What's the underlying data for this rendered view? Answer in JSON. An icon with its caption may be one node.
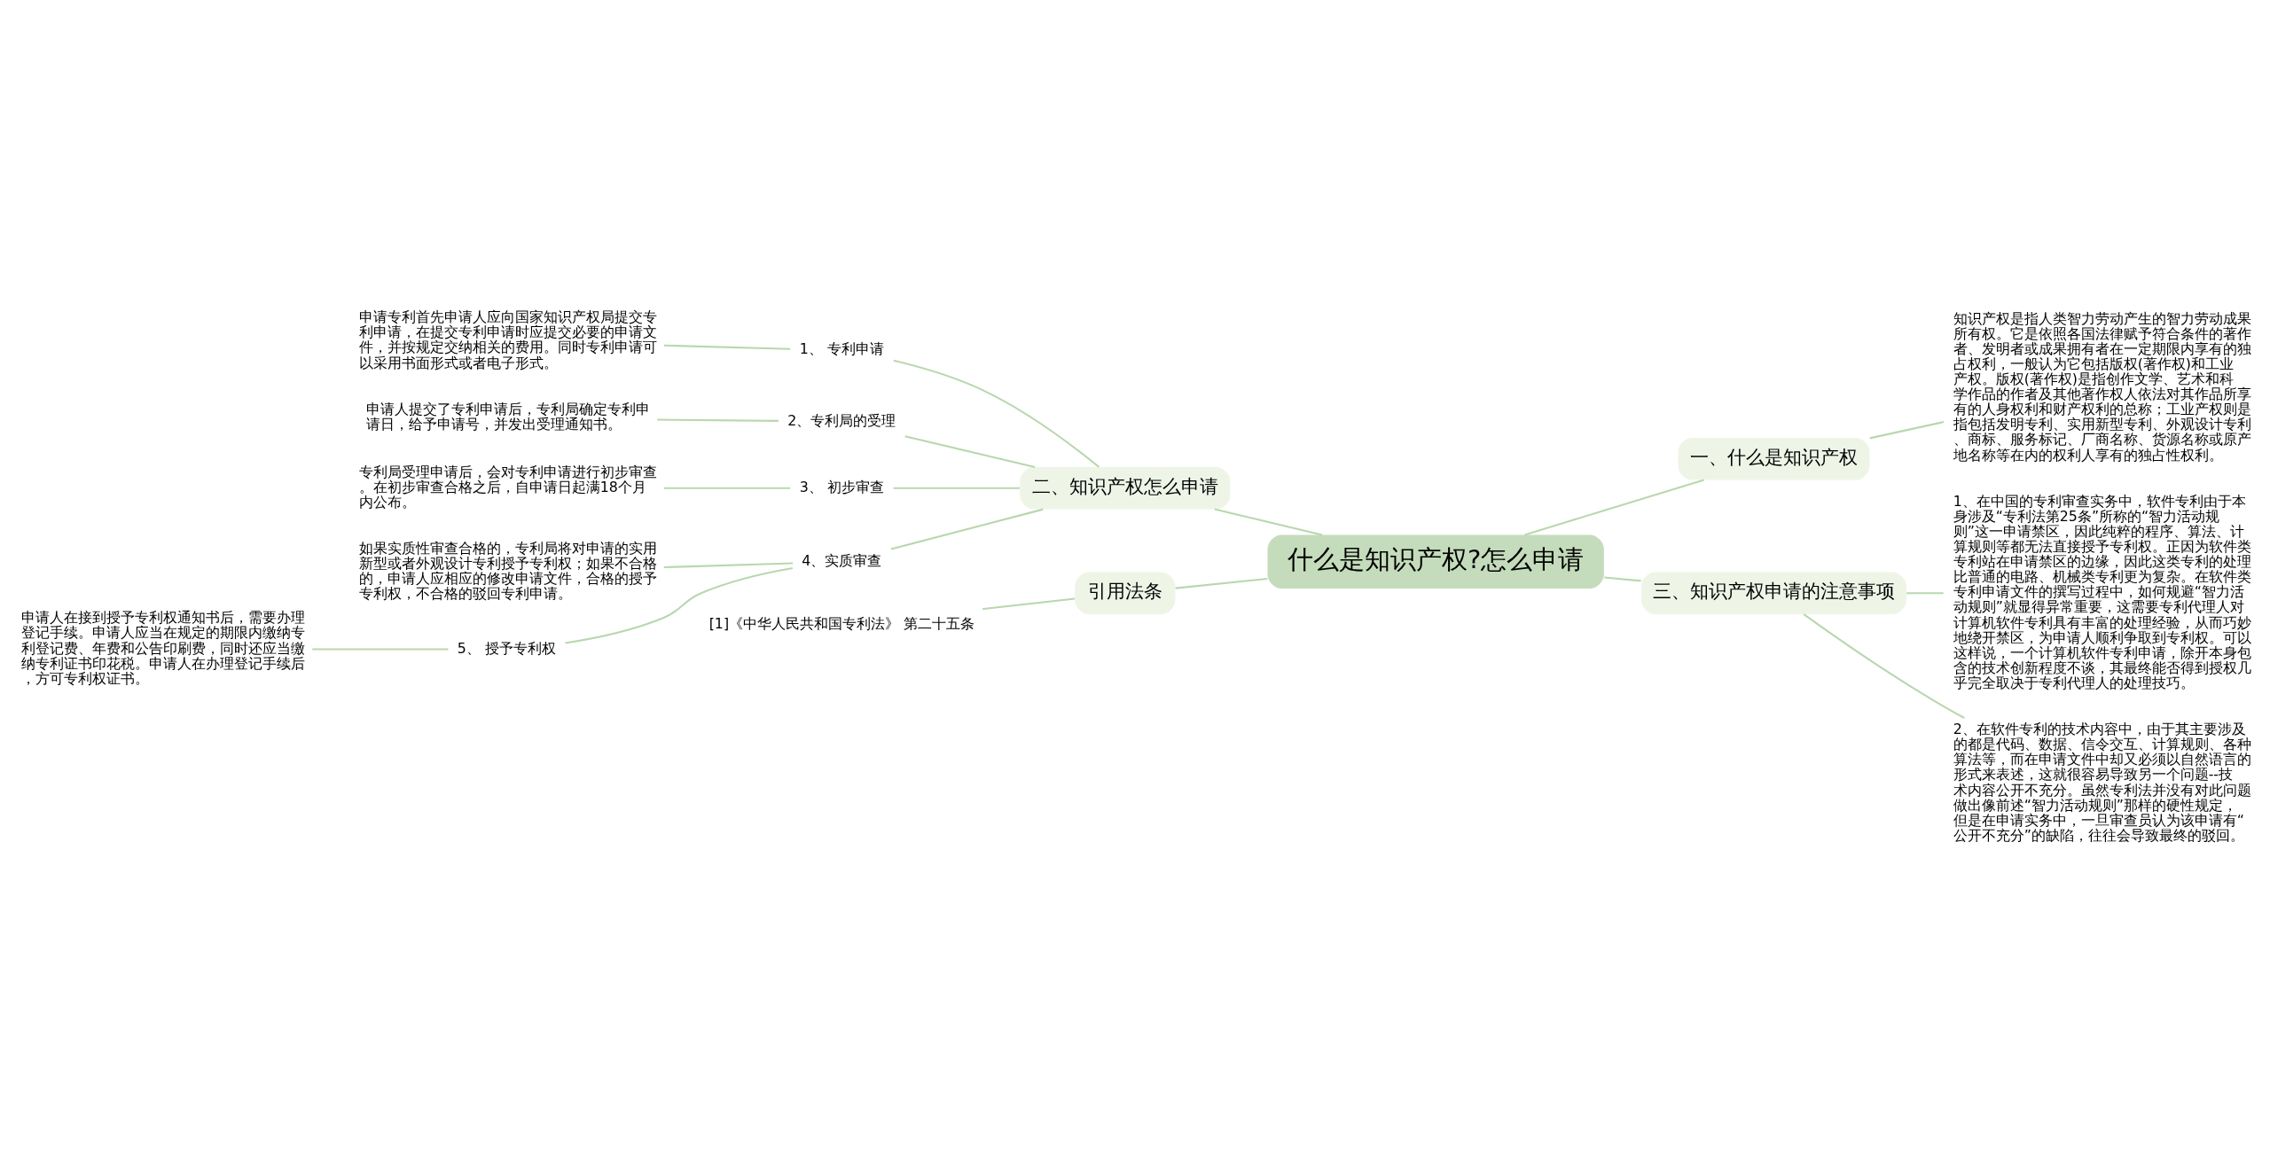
{
  "diagram": {
    "nodes": [
      {
        "text": [
          "什么是知识产权?怎么申请"
        ]
      },
      {
        "text": [
          "二、知识产权怎么申请"
        ]
      },
      {
        "text": [
          "1、 专利申请"
        ]
      },
      {
        "text": [
          "申请专利首先申请人应向国家知识产权局提交专利申请，在提交专利申请时应提交必要的申请文件，并按规定交纳相关的费用。同时专利申请可以采用书面形式或者电子形式。"
        ]
      },
      {
        "text": [
          "2、专利局的受理"
        ]
      },
      {
        "text": [
          "申请人提交了专利申请后，专利局确定专利申请日，给予申请号，并发出受理通知书。"
        ]
      },
      {
        "text": [
          "3、 初步审查"
        ]
      },
      {
        "text": [
          "专利局受理申请后，会对专利申请进行初步审查。在初步审查合格之后，自申请日起满18个月内公布。"
        ]
      },
      {
        "text": [
          "4、实质审查"
        ]
      },
      {
        "text": [
          "如果实质性审查合格的，专利局将对申请的实用新型或者外观设计专利授予专利权；如果不合格的，申请人应相应的修改申请文件，合格的授予专利权，不合格的驳回专利申请。"
        ]
      },
      {
        "text": [
          "5、 授予专利权"
        ]
      },
      {
        "text": [
          "申请人在接到授予专利权通知书后，需要办理登记手续。申请人应当在规定的期限内缴纳专利登记费、年费和公告印刷费，同时还应当缴纳专利证书印花税。申请人在办理登记手续后，方可专利权证书。"
        ]
      },
      {
        "text": [
          "引用法条"
        ]
      },
      {
        "text": [
          "[1]《中华人民共和国专利法》 第二十五条"
        ]
      },
      {
        "text": [
          "一、什么是知识产权"
        ]
      },
      {
        "text": [
          "知识产权是指人类智力劳动产生的智力劳动成果所有权。它是依照各国法律赋予符合条件的著作者、发明者或成果拥有者在一定期限内享有的独占权利，一般认为它包括版权(著作权)和工业产权。版权(著作权)是指创作文学、艺术和科学作品的作者及其他著作权人依法对其作品所享有的人身权利和财产权利的总称；工业产权则是指包括发明专利、实用新型专利、外观设计专利、商标、服务标记、厂商名称、货源名称或原产地名称等在内的权利人享有的独占性权利。"
        ]
      },
      {
        "text": [
          "三、知识产权申请的注意事项"
        ]
      },
      {
        "text": [
          "1、在中国的专利审查实务中，软件专利由于本身涉及“专利法第25条”所称的“智力活动规则”这一申请禁区，因此纯粹的程序、算法、计算规则等都无法直接授予专利权。正因为软件类专利站在申请禁区的边缘，因此这类专利的处理比普通的电路、机械类专利更为复杂。在软件类专利申请文件的撰写过程中，如何规避“智力活动规则”就显得异常重要，这需要专利代理人对计算机软件专利具有丰富的处理经验，从而巧妙地绕开禁区，为申请人顺利争取到专利权。可以这样说，一个计算机软件专利申请，除开本身包含的技术创新程度不谈，其最终能否得到授权几乎完全取决于专利代理人的处理技巧。"
        ]
      },
      {
        "text": [
          "2、在软件专利的技术内容中，由于其主要涉及的都是代码、数据、信令交互、计算规则、各种算法等，而在申请文件中却又必须以自然语言的形式来表述，这就很容易导致另一个问题--技术内容公开不充分。虽然专利法并没有对此问题做出像前述“智力活动规则”那样的硬性规定，但是在申请实务中，一旦审查员认为该申请有“公开不充分”的缺陷，往往会导致最终的驳回。"
        ]
      }
    ],
    "edges": [
      {
        "from": 0,
        "to": 1,
        "arrow": "none"
      },
      {
        "from": 1,
        "to": 2,
        "arrow": "none"
      },
      {
        "from": 2,
        "to": 3,
        "arrow": "none"
      },
      {
        "from": 1,
        "to": 4,
        "arrow": "none"
      },
      {
        "from": 4,
        "to": 5,
        "arrow": "none"
      },
      {
        "from": 1,
        "to": 6,
        "arrow": "none"
      },
      {
        "from": 6,
        "to": 7,
        "arrow": "none"
      },
      {
        "from": 1,
        "to": 8,
        "arrow": "none"
      },
      {
        "from": 8,
        "to": 9,
        "arrow": "none"
      },
      {
        "from": 8,
        "to": 10,
        "arrow": "none"
      },
      {
        "from": 10,
        "to": 11,
        "arrow": "none"
      },
      {
        "from": 0,
        "to": 12,
        "arrow": "none"
      },
      {
        "from": 12,
        "to": 13,
        "arrow": "none"
      },
      {
        "from": 0,
        "to": 14,
        "arrow": "none"
      },
      {
        "from": 14,
        "to": 15,
        "arrow": "none"
      },
      {
        "from": 0,
        "to": 16,
        "arrow": "none"
      },
      {
        "from": 16,
        "to": 17,
        "arrow": "none"
      },
      {
        "from": 16,
        "to": 18,
        "arrow": "none"
      }
    ]
  }
}
